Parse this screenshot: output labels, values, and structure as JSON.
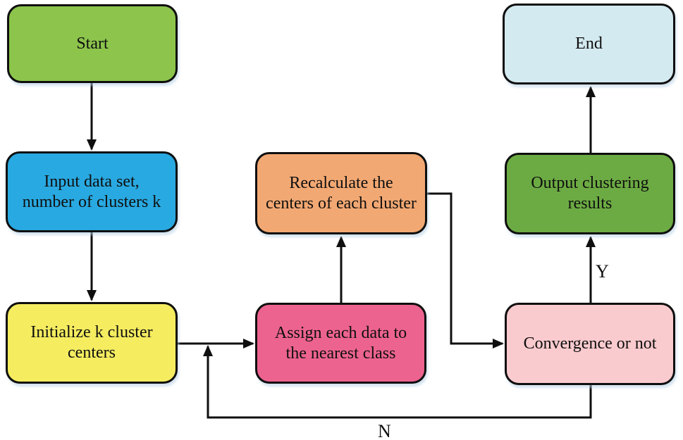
{
  "diagram": {
    "type": "flowchart",
    "nodes": {
      "start": {
        "label": "Start",
        "color": "#8CC44C"
      },
      "input": {
        "label": "Input data set, number of clusters k",
        "color": "#29A9E1"
      },
      "initialize": {
        "label": "Initialize k cluster centers",
        "color": "#F5EC60"
      },
      "assign": {
        "label": "Assign each data to the nearest class",
        "color": "#ED6390"
      },
      "recalculate": {
        "label": "Recalculate the centers of each cluster",
        "color": "#F2A873"
      },
      "convergence": {
        "label": "Convergence or not",
        "color": "#FACBCE"
      },
      "output": {
        "label": "Output clustering results",
        "color": "#6CAB43"
      },
      "end": {
        "label": "End",
        "color": "#D4EAF1"
      }
    },
    "edge_labels": {
      "yes": "Y",
      "no": "N"
    },
    "edges": [
      {
        "from": "start",
        "to": "input"
      },
      {
        "from": "input",
        "to": "initialize"
      },
      {
        "from": "initialize",
        "to": "assign"
      },
      {
        "from": "assign",
        "to": "recalculate"
      },
      {
        "from": "recalculate",
        "to": "convergence"
      },
      {
        "from": "convergence",
        "to": "output",
        "label": "Y"
      },
      {
        "from": "output",
        "to": "end"
      },
      {
        "from": "convergence",
        "to": "assign",
        "label": "N"
      }
    ],
    "line_color": "#0f0f0f"
  }
}
